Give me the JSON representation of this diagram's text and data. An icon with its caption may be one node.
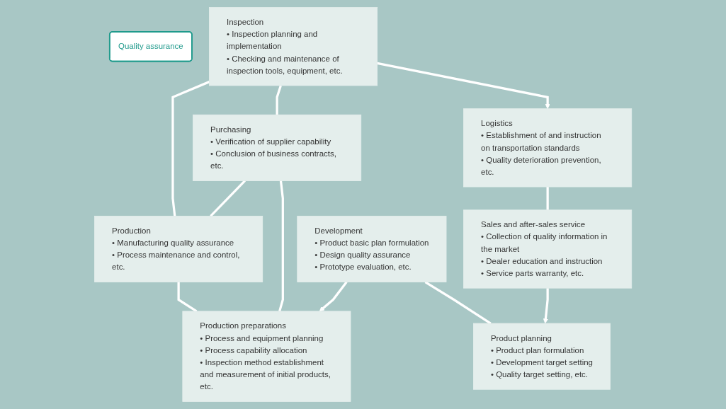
{
  "diagram": {
    "nodes": [
      {
        "text": [
          "Sales and after-sales service",
          "• Collection of quality information in the market",
          "• Dealer education and instruction",
          "• Service parts warranty, etc."
        ]
      },
      {
        "text": [
          "Product planning",
          "• Product plan formulation",
          "• Development target setting",
          "• Quality target setting, etc."
        ]
      },
      {
        "text": [
          "Quality assurance"
        ]
      },
      {
        "text": [
          "Logistics",
          "• Establishment of and instruction on transportation standards",
          "• Quality deterioration prevention, etc."
        ]
      },
      {
        "text": [
          "Development",
          "• Product basic plan formulation",
          "• Design quality assurance",
          "• Prototype evaluation, etc."
        ]
      },
      {
        "text": [
          "Purchasing",
          "• Verification of supplier capability",
          "• Conclusion of business contracts, etc."
        ]
      },
      {
        "text": [
          "Inspection",
          "• Inspection planning and implementation",
          "• Checking and maintenance of inspection tools, equipment, etc."
        ]
      },
      {
        "text": [
          "Production preparations",
          "• Process and equipment planning",
          "• Process capability allocation",
          "• Inspection method establishment and measurement of initial products, etc."
        ]
      },
      {
        "text": [
          "Production",
          "• Manufacturing quality assurance",
          "• Process maintenance and control, etc."
        ]
      }
    ],
    "edges": [
      {
        "from": 0,
        "to": 1,
        "arrow": "to"
      },
      {
        "from": 4,
        "to": 1,
        "arrow": "none"
      },
      {
        "from": 4,
        "to": 7,
        "arrow": "to"
      },
      {
        "from": 5,
        "to": 7,
        "arrow": "none"
      },
      {
        "from": 6,
        "to": 5,
        "arrow": "none"
      },
      {
        "from": 5,
        "to": 8,
        "arrow": "none"
      },
      {
        "from": 8,
        "to": 7,
        "arrow": "none"
      },
      {
        "from": 6,
        "to": 8,
        "arrow": "none"
      },
      {
        "from": 6,
        "to": 3,
        "arrow": "to"
      },
      {
        "from": 3,
        "to": 0,
        "arrow": "none"
      }
    ]
  }
}
